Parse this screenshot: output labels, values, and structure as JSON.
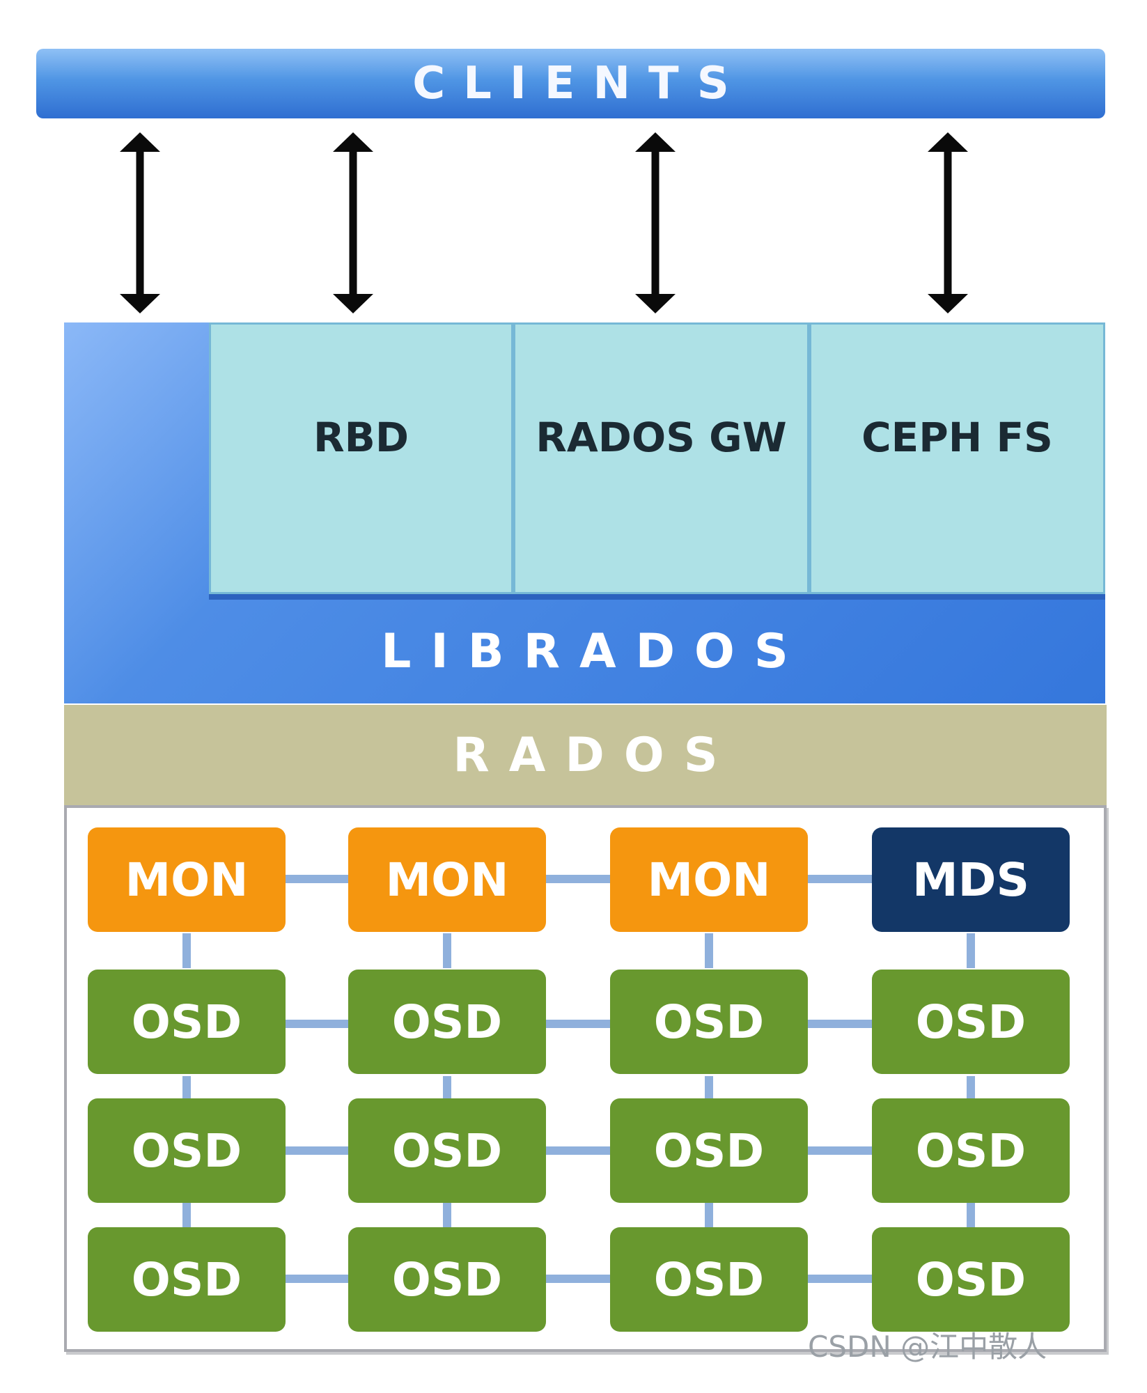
{
  "clients": {
    "label": "CLIENTS"
  },
  "apis": {
    "rbd": "RBD",
    "radosgw": "RADOS GW",
    "cephfs": "CEPH FS"
  },
  "librados": {
    "label": "LIBRADOS"
  },
  "rados": {
    "label": "RADOS"
  },
  "cluster": {
    "row1": [
      "MON",
      "MON",
      "MON",
      "MDS"
    ],
    "row2": [
      "OSD",
      "OSD",
      "OSD",
      "OSD"
    ],
    "row3": [
      "OSD",
      "OSD",
      "OSD",
      "OSD"
    ],
    "row4": [
      "OSD",
      "OSD",
      "OSD",
      "OSD"
    ]
  },
  "watermark": "CSDN @江中散人",
  "colors": {
    "clients": "#4f95e4",
    "librados": "#3577dc",
    "api_panel": "#aee1e6",
    "rados": "#c6c39a",
    "mon": "#f5960f",
    "mds": "#133767",
    "osd": "#68982e",
    "link": "#8fb0dc"
  }
}
